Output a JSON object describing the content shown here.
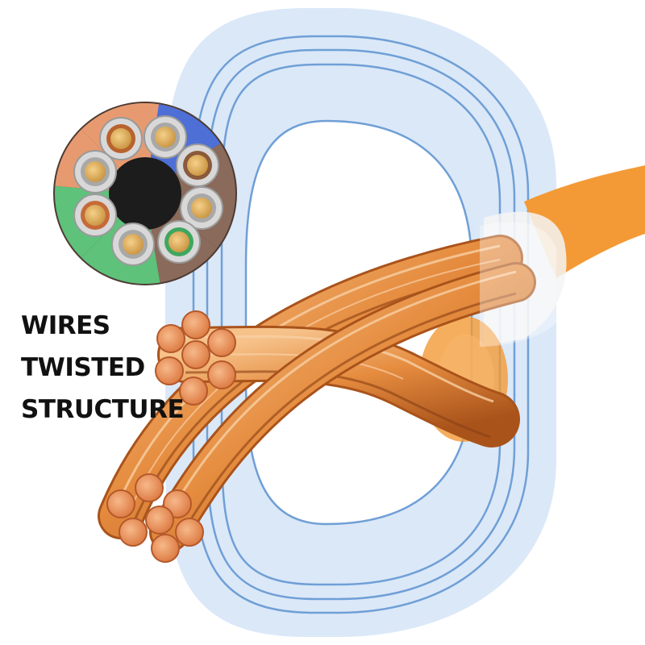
{
  "caption": {
    "lines": [
      "WIRES",
      "TWISTED",
      "STRUCTURE"
    ]
  },
  "illustration": {
    "subject": "twisted copper wire strands with cable cross-section",
    "colors": {
      "background": "#ffffff",
      "ring_fill": "#dbe8f8",
      "ring_line": "#6f9fd6",
      "copper_light": "#f6c28a",
      "copper_mid": "#e58c3f",
      "copper_dark": "#a9531b",
      "jacket_orange": "#f39a36",
      "jacket_white": "#f5f5f5",
      "pair_blue": "#4d6fd6",
      "pair_green": "#5ec27b",
      "pair_brown": "#8a6a5a",
      "pair_orange": "#e79a70"
    }
  }
}
